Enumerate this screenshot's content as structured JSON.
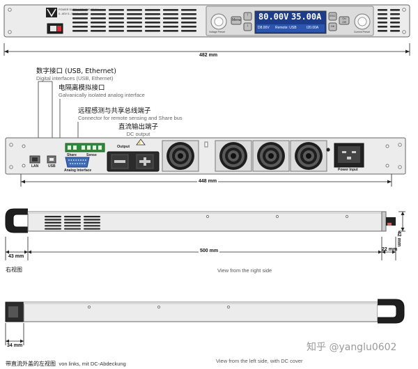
{
  "front_panel": {
    "model_line1": "POWER SUPPLY PS 9080-35 1U",
    "model_line2": "0...80V  0...35A  0...1000W",
    "knob_left_label": "Voltage Preset",
    "knob_right_label": "Current Preset",
    "menu_label": "Menu",
    "on_label": "On",
    "off_label": "Off",
    "esc_label": "ESC",
    "ok_label": "OK",
    "display_voltage": "80.00V",
    "display_current": "35.00A",
    "display_sub1": "D8.00V",
    "display_sub2": "Remote: USB",
    "display_sub3": "I20.00A",
    "width_dim": "482 mm"
  },
  "rear_labels": [
    {
      "cn": "数字接口 (USB, Ethernet)",
      "en": "Digital interfaces (USB, Ethernet)"
    },
    {
      "cn": "电隔离模拟接口",
      "en": "Galvanically isolated analog interface"
    },
    {
      "cn": "远程感测与共享总线端子",
      "en": "Connector for remote sensing and Share bus"
    },
    {
      "cn": "直流输出端子",
      "en": "DC output"
    }
  ],
  "rear_panel": {
    "lan": "LAN",
    "usb": "USB",
    "share": "Share",
    "sense": "Sense",
    "analog": "Analog Interface",
    "output": "Output",
    "power_input": "Power Input",
    "width_dim": "448 mm"
  },
  "right_side": {
    "left_dim": "43 mm",
    "length_dim": "500 mm",
    "right_dim": "22 mm",
    "height_dim": "42 mm",
    "caption_cn": "右视图",
    "caption_en": "View from the right side"
  },
  "left_side": {
    "left_dim": "34 mm",
    "caption_cn": "带直流外盖的左视图",
    "caption_de": "von links, mit DC-Abdeckung",
    "caption_en": "View from the left side, with DC cover"
  },
  "watermark": "知乎 @yanglu0602"
}
